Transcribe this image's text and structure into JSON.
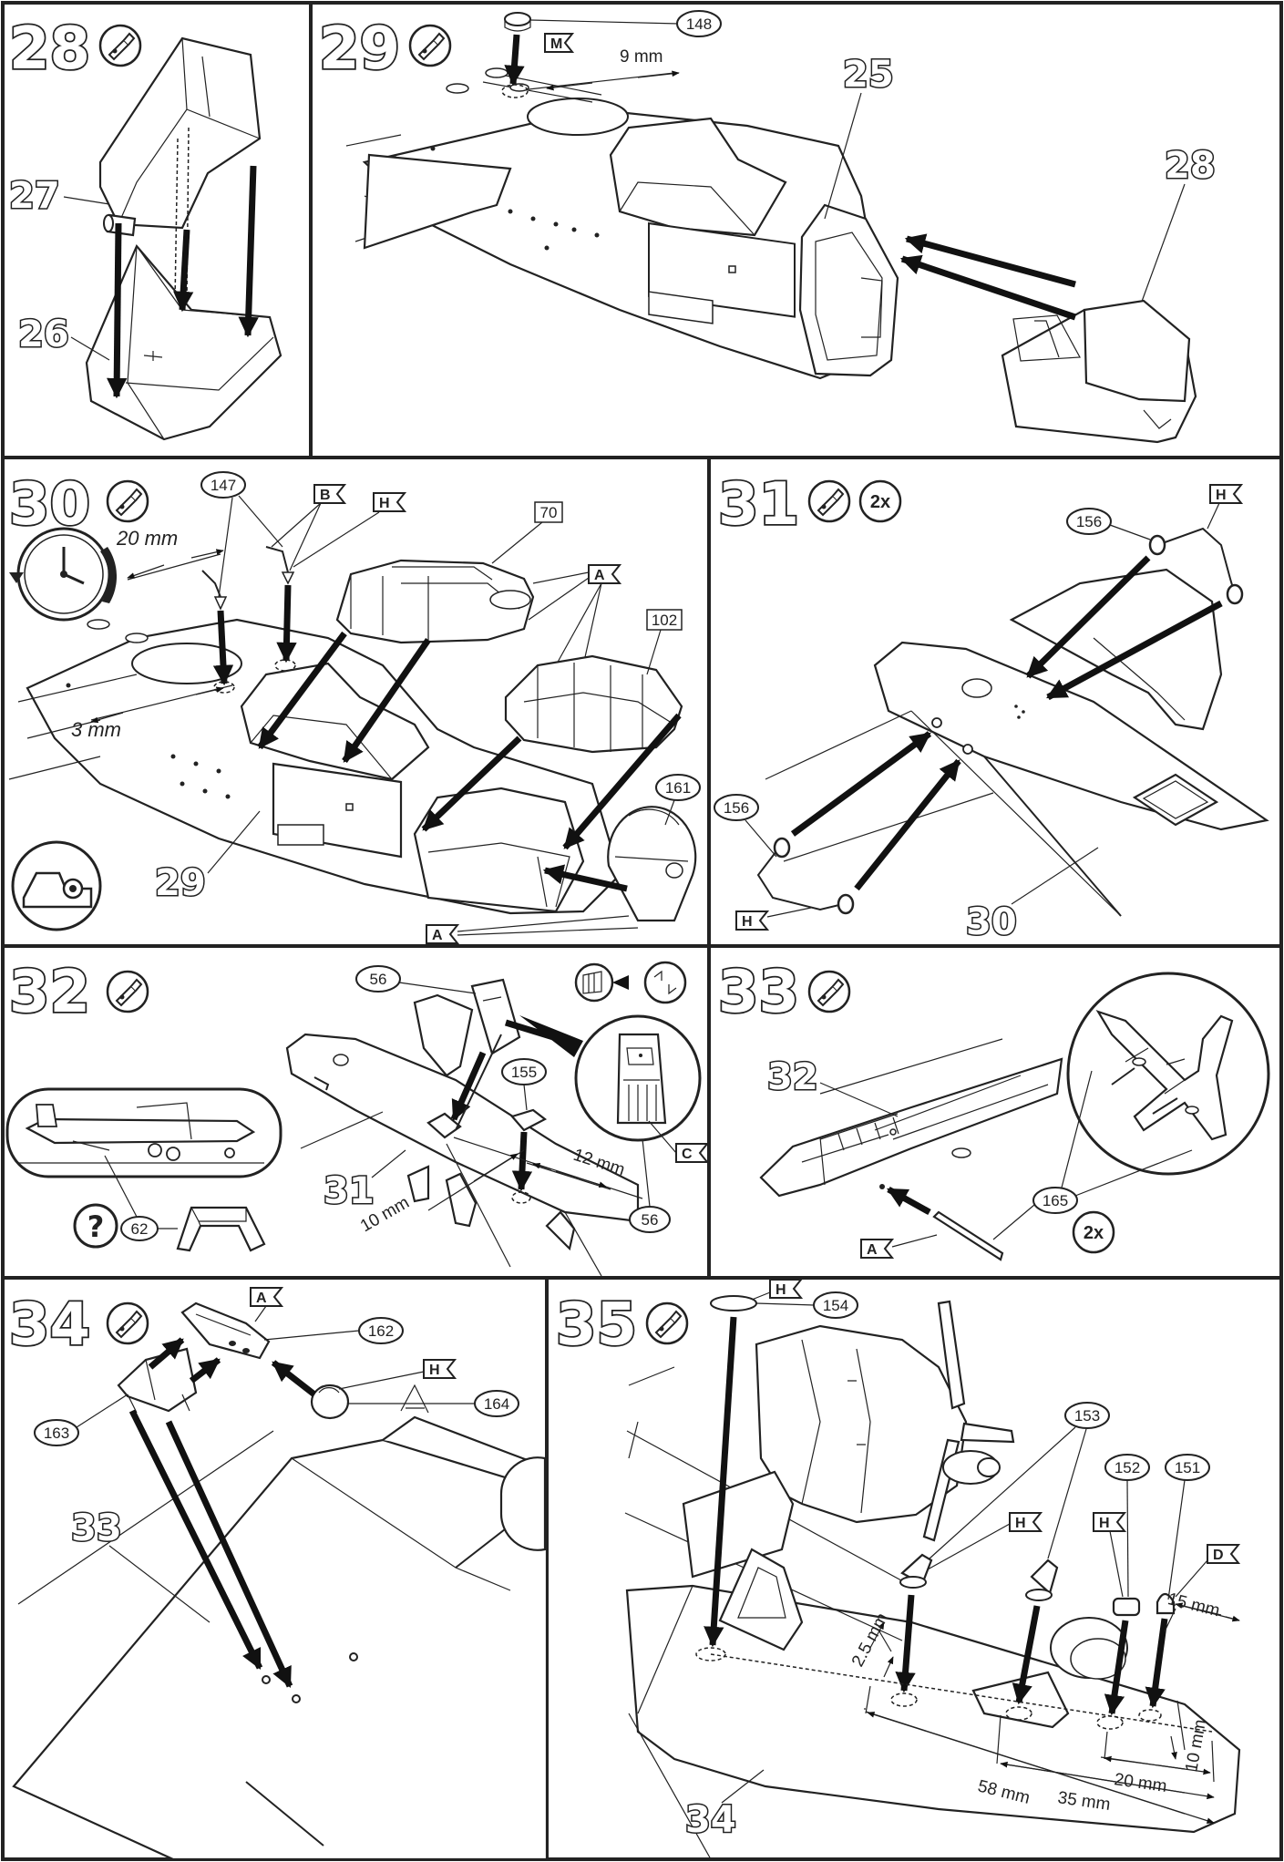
{
  "steps": [
    {
      "number": "28",
      "parts": [
        "27",
        "26"
      ]
    },
    {
      "number": "29",
      "parts": [
        "25",
        "28"
      ],
      "callouts": [
        "148"
      ],
      "flags": [
        "M"
      ],
      "dims": [
        "9 mm"
      ]
    },
    {
      "number": "30",
      "parts": [
        "29"
      ],
      "callouts": [
        "147",
        "161"
      ],
      "boxed": [
        "70",
        "102"
      ],
      "flags": [
        "B",
        "H",
        "A",
        "A"
      ],
      "dims": [
        "20 mm",
        "3 mm"
      ]
    },
    {
      "number": "31",
      "parts": [
        "30"
      ],
      "callouts": [
        "156",
        "156"
      ],
      "flags": [
        "H",
        "H"
      ],
      "multiplier": "2x"
    },
    {
      "number": "32",
      "parts": [
        "31"
      ],
      "callouts": [
        "56",
        "155",
        "56",
        "62"
      ],
      "flags": [
        "C"
      ],
      "dims": [
        "12 mm",
        "10 mm"
      ],
      "question": "?"
    },
    {
      "number": "33",
      "parts": [
        "32"
      ],
      "callouts": [
        "165"
      ],
      "flags": [
        "A"
      ],
      "multiplier": "2x"
    },
    {
      "number": "34",
      "parts": [
        "33"
      ],
      "callouts": [
        "162",
        "163",
        "164"
      ],
      "flags": [
        "A",
        "H"
      ]
    },
    {
      "number": "35",
      "parts": [
        "34"
      ],
      "callouts": [
        "154",
        "153",
        "152",
        "151"
      ],
      "flags": [
        "H",
        "H",
        "H",
        "D"
      ],
      "dims": [
        "2.5 mm",
        "15 mm",
        "10 mm",
        "20 mm",
        "35 mm",
        "58 mm"
      ]
    }
  ],
  "colors": {
    "ink": "#222222",
    "paper": "#ffffff"
  },
  "icons": [
    "glue-tube-icon",
    "clock-icon",
    "glue-tape-icon",
    "paint-icon"
  ]
}
